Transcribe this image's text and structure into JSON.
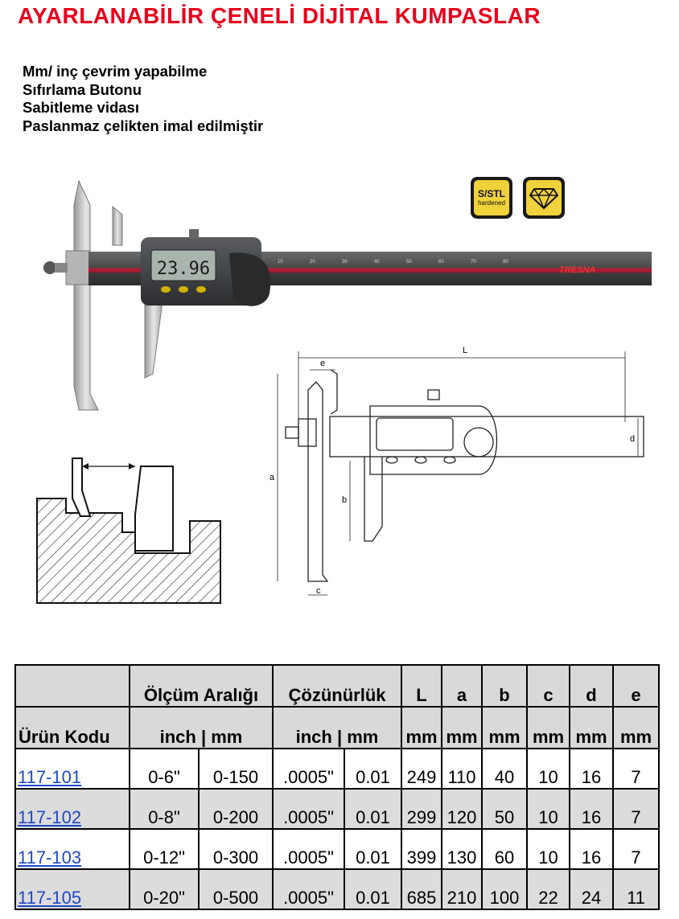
{
  "title": "AYARLANABİLİR ÇENELİ DİJİTAL KUMPASLAR",
  "features": [
    "Mm/ inç çevrim yapabilme",
    "Sıfırlama Butonu",
    "Sabitleme vidası",
    "Paslanmaz çelikten imal edilmiştir"
  ],
  "badges": {
    "stl_top": "S/STL",
    "stl_bottom": "hardened"
  },
  "photo": {
    "display_reading": "23.96",
    "brand": "TRESNA"
  },
  "drawing": {
    "labels": {
      "L": "L",
      "e": "e",
      "a": "a",
      "b": "b",
      "c": "c",
      "d": "d"
    }
  },
  "table": {
    "header1": {
      "range": "Ölçüm Aralığı",
      "resolution": "Çözünürlük",
      "L": "L",
      "a": "a",
      "b": "b",
      "c": "c",
      "d": "d",
      "e": "e"
    },
    "header2": {
      "code": "Ürün Kodu",
      "range_units": "inch | mm",
      "resolution_units": "inch | mm",
      "unit": "mm"
    },
    "rows": [
      {
        "code": "117-101",
        "range_in": "0-6\"",
        "range_mm": "0-150",
        "res_in": ".0005\"",
        "res_mm": "0.01",
        "L": "249",
        "a": "110",
        "b": "40",
        "c": "10",
        "d": "16",
        "e": "7"
      },
      {
        "code": "117-102",
        "range_in": "0-8\"",
        "range_mm": "0-200",
        "res_in": ".0005\"",
        "res_mm": "0.01",
        "L": "299",
        "a": "120",
        "b": "50",
        "c": "10",
        "d": "16",
        "e": "7"
      },
      {
        "code": "117-103",
        "range_in": "0-12\"",
        "range_mm": "0-300",
        "res_in": ".0005\"",
        "res_mm": "0.01",
        "L": "399",
        "a": "130",
        "b": "60",
        "c": "10",
        "d": "16",
        "e": "7"
      },
      {
        "code": "117-105",
        "range_in": "0-20\"",
        "range_mm": "0-500",
        "res_in": ".0005\"",
        "res_mm": "0.01",
        "L": "685",
        "a": "210",
        "b": "100",
        "c": "22",
        "d": "24",
        "e": "11"
      }
    ]
  },
  "colors": {
    "title": "#e8001c",
    "link": "#1f48c8",
    "header_bg": "#d9d9d9",
    "badge_bg": "#f0d23a"
  }
}
